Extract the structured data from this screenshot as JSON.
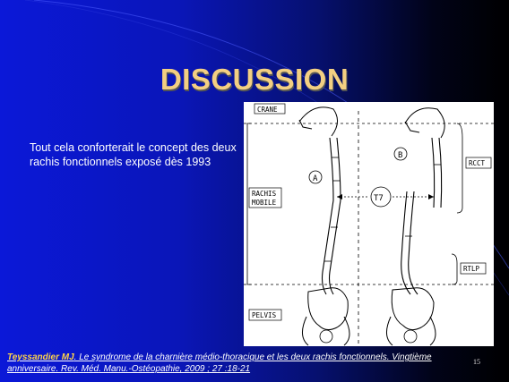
{
  "slide": {
    "title": "DISCUSSION",
    "body_text": "Tout cela conforterait le concept des deux rachis fonctionnels exposé dès 1993",
    "figure": {
      "labels": {
        "crane": "CRANE",
        "rachis_mobile_1": "RACHIS",
        "rachis_mobile_2": "MOBILE",
        "pelvis": "PELVIS",
        "rcct": "RCCT",
        "rtlp": "RTLP",
        "t7": "T7",
        "panel_a": "A",
        "panel_b": "B"
      }
    },
    "citation": {
      "author": "Teyssandier MJ",
      "reference": ". Le syndrome de la charnière médio-thoracique et les deux rachis fonctionnels. Vingtième anniversaire. Rev. Méd. Manu.-Ostéopathie, 2009 ; 27 :18-21"
    },
    "slide_number": "15"
  }
}
